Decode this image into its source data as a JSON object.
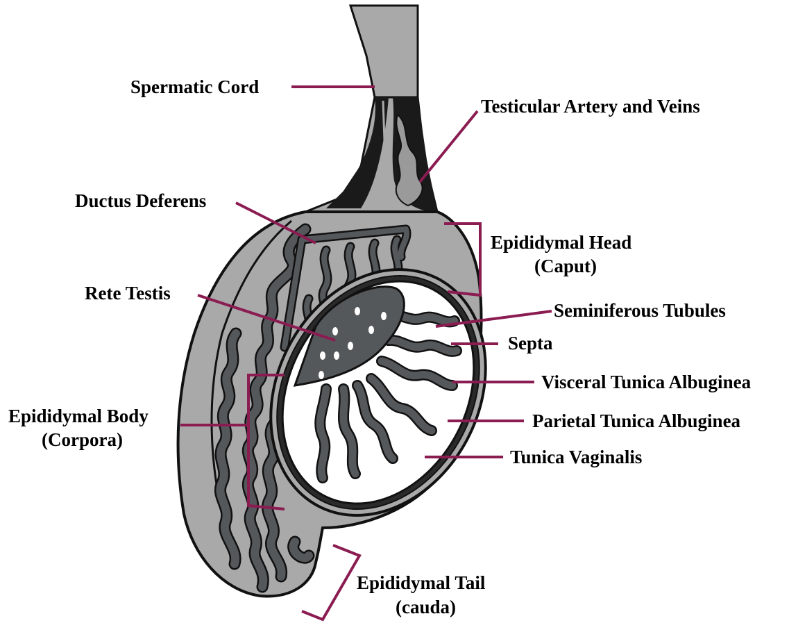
{
  "diagram": {
    "colors": {
      "leader": "#8b1c52",
      "outline": "#111111",
      "outer_gray": "#a9a9a9",
      "tubule_dark": "#55585b",
      "background": "#ffffff"
    },
    "labels": {
      "spermatic_cord": "Spermatic Cord",
      "testicular_artery_veins": "Testicular Artery and Veins",
      "ductus_deferens": "Ductus Deferens",
      "epididymal_head": "Epididymal Head",
      "epididymal_head_latin": "(Caput)",
      "rete_testis": "Rete Testis",
      "seminiferous_tubules": "Seminiferous Tubules",
      "septa": "Septa",
      "visceral_tunica_albuginea": "Visceral Tunica Albuginea",
      "parietal_tunica_albuginea": "Parietal Tunica Albuginea",
      "tunica_vaginalis": "Tunica Vaginalis",
      "epididymal_body": "Epididymal Body",
      "epididymal_body_latin": "(Corpora)",
      "epididymal_tail": "Epididymal Tail",
      "epididymal_tail_latin": "(cauda)"
    }
  }
}
